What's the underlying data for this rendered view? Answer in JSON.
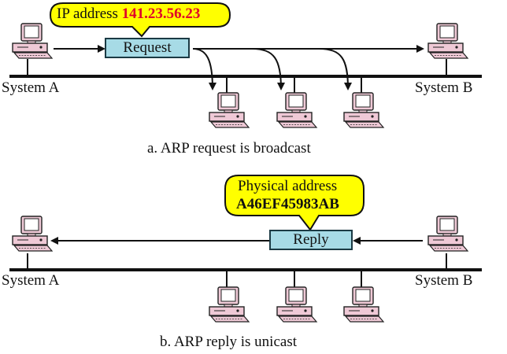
{
  "part_a": {
    "callout_label": "IP address",
    "callout_value": "141.23.56.23",
    "box_label": "Request",
    "left_system": "System A",
    "right_system": "System B",
    "caption": "a. ARP request is broadcast"
  },
  "part_b": {
    "callout_label": "Physical address",
    "callout_value": "A46EF45983AB",
    "box_label": "Reply",
    "left_system": "System A",
    "right_system": "System B",
    "caption": "b. ARP reply is unicast"
  },
  "colors": {
    "callout_fill": "#ffff00",
    "ip_value": "#e0002a",
    "box_fill": "#a7dbe6",
    "computer_case": "#efc9d6",
    "monitor_screen": "#ffffff"
  },
  "icons": [
    "computer-icon",
    "arrow-icon"
  ]
}
